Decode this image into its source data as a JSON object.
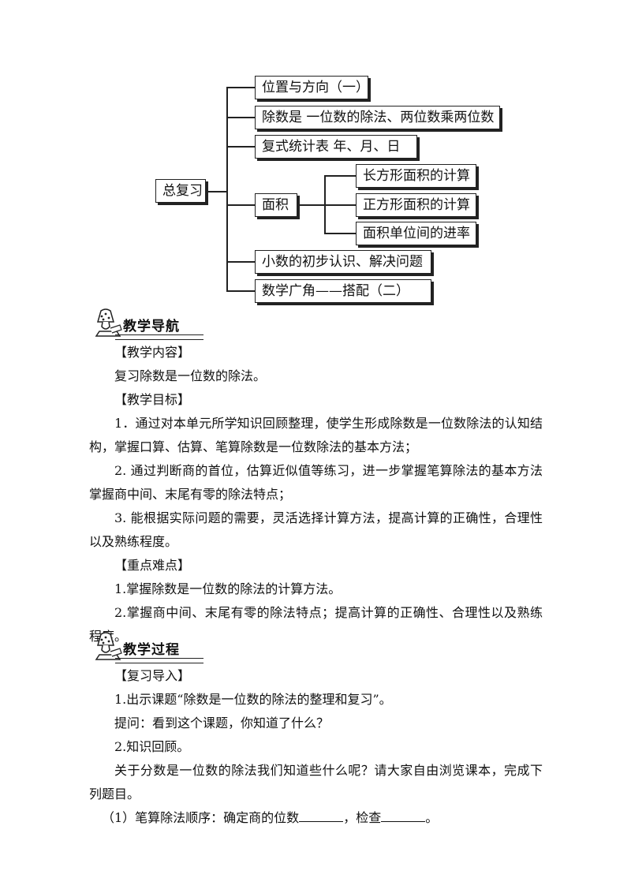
{
  "mindmap": {
    "root": "总复习",
    "branches": [
      "位置与方向（一）",
      "除数是 一位数的除法、两位数乘两位数",
      "复式统计表 年、月、日",
      "面积",
      "小数的初步认识、解决问题",
      "数学广角——搭配（二）"
    ],
    "area_children": [
      "长方形面积的计算",
      "正方形面积的计算",
      "面积单位间的进率"
    ]
  },
  "section1": {
    "title": "教学导航",
    "content_label": "【教学内容】",
    "content_text": "复习除数是一位数的除法。",
    "goal_label": "【教学目标】",
    "goal_1": "1．通过对本单元所学知识回顾整理，使学生形成除数是一位数除法的认知结构，掌握口算、估算、笔算除数是一位数除法的基本方法；",
    "goal_2": "2. 通过判断商的首位，估算近似值等练习，进一步掌握笔算除法的基本方法掌握商中间、末尾有零的除法特点；",
    "goal_3": "3. 能根据实际问题的需要，灵活选择计算方法，提高计算的正确性，合理性以及熟练程度。",
    "key_label": "【重点难点】",
    "key_1": "1.掌握除数是一位数的除法的计算方法。",
    "key_2": "2.掌握商中间、末尾有零的除法特点；提高计算的正确性、合理性以及熟练程度。"
  },
  "section2": {
    "title": "教学过程",
    "review_label": "【复习导入】",
    "step_1": "1.出示课题“除数是一位数的除法的整理和复习”。",
    "question": "提问：看到这个课题，你知道了什么？",
    "step_2": "2.知识回顾。",
    "review_text": "关于分数是一位数的除法我们知道些什么呢？请大家自由浏览课本，完成下列题目。",
    "fill_prefix": "（1）笔算除法顺序：确定商的位数",
    "fill_mid": "，检查",
    "fill_end": "。"
  }
}
